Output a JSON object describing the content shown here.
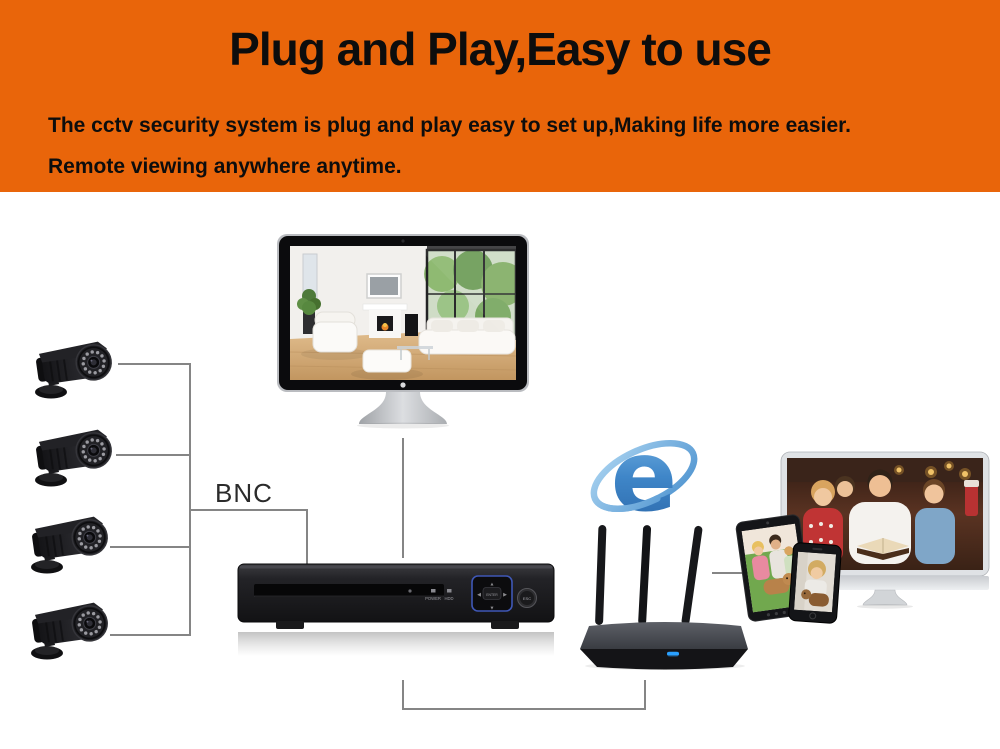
{
  "header": {
    "title": "Plug and Play,Easy to use",
    "subtitle_line1": "The cctv security system is plug and play easy to set up,Making life more easier.",
    "subtitle_line2": "Remote viewing anywhere anytime.",
    "bg_color": "#E9650A",
    "text_color": "#0d0d0d"
  },
  "diagram": {
    "bnc_label": "BNC",
    "line_color": "#858585",
    "icons": {
      "camera": "ir-bullet-camera-icon",
      "display": "apple-monitor-living-room-icon",
      "dvr": "dvr-recorder-icon",
      "browser": "internet-explorer-logo-icon",
      "router": "wifi-router-3-antenna-icon",
      "imac": "imac-family-photo-icon",
      "tablet": "tablet-family-photo-icon",
      "phone": "smartphone-photo-icon"
    },
    "dvr": {
      "power_label": "POWER",
      "hdd_label": "HDD",
      "enter_label": "ENTER",
      "esc_label": "ESC",
      "arrow_up": "▲",
      "arrow_down": "▼",
      "arrow_left": "◀",
      "arrow_right": "▶",
      "dpad_border_color": "#3f57b5"
    },
    "colors": {
      "ie_blue": "#3f86c8",
      "router_led_blue": "#2aa0ff"
    }
  }
}
